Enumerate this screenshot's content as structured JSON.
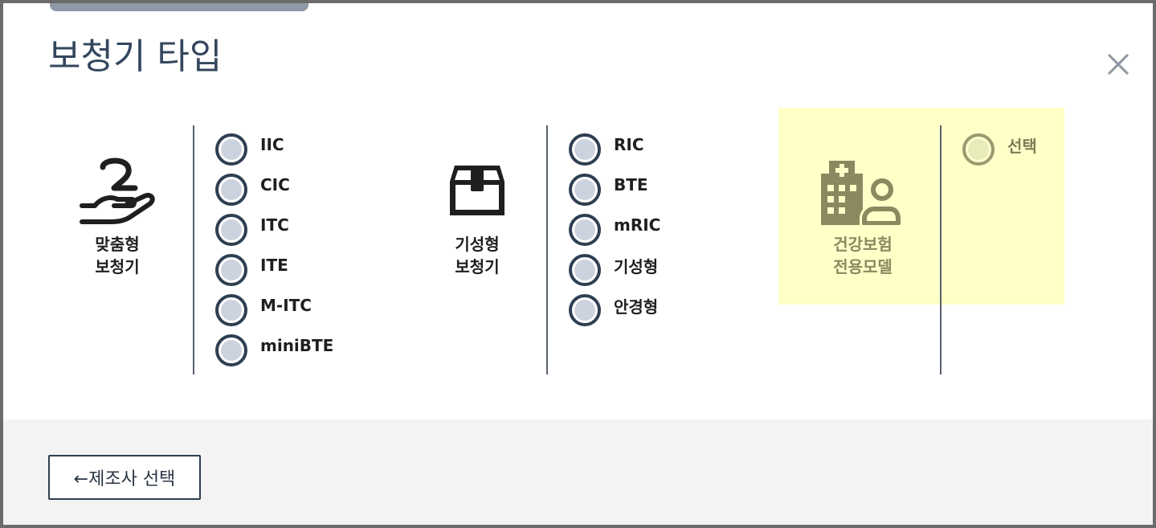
{
  "dialog": {
    "title": "보청기 타입",
    "close_icon": "close-icon"
  },
  "groups": [
    {
      "label_line1": "맞춤형",
      "label_line2": "보청기",
      "icon": "hand-holding-icon",
      "options": [
        "IIC",
        "CIC",
        "ITC",
        "ITE",
        "M-ITC",
        "miniBTE"
      ]
    },
    {
      "label_line1": "기성형",
      "label_line2": "보청기",
      "icon": "box-icon",
      "options": [
        "RIC",
        "BTE",
        "mRIC",
        "기성형",
        "안경형"
      ]
    },
    {
      "label_line1": "건강보험",
      "label_line2": "전용모델",
      "icon": "hospital-user-icon",
      "options": [
        "선택"
      ],
      "highlight_color": "#ffffc8"
    }
  ],
  "footer": {
    "back_label": "←제조사 선택"
  },
  "colors": {
    "title": "#34475e",
    "radio_border": "#2f3f52",
    "radio_dot": "#cdd3de",
    "footer_bg": "#f3f3f3"
  }
}
